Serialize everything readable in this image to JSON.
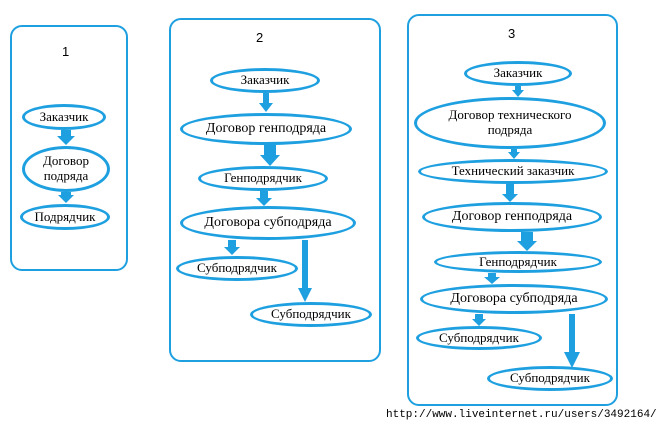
{
  "panels": [
    {
      "number": "1",
      "nodes": [
        "Заказчик",
        "Договор подряда",
        "Подрядчик"
      ]
    },
    {
      "number": "2",
      "nodes": [
        "Заказчик",
        "Договор генподряда",
        "Генподрядчик",
        "Договора субподряда",
        "Субподрядчик",
        "Субподрядчик"
      ]
    },
    {
      "number": "3",
      "nodes": [
        "Заказчик",
        "Договор технического подряда",
        "Технический заказчик",
        "Договор генподряда",
        "Генподрядчик",
        "Договора субподряда",
        "Субподрядчик",
        "Субподрядчик"
      ]
    }
  ],
  "node_lines": {
    "p1_contract": [
      "Договор",
      "подряда"
    ],
    "p3_tech_contract": [
      "Договор технического",
      "подряда"
    ]
  },
  "watermark": "http://www.liveinternet.ru/users/3492164/",
  "colors": {
    "accent": "#1ea0e0",
    "text": "#000000",
    "background": "#ffffff"
  }
}
